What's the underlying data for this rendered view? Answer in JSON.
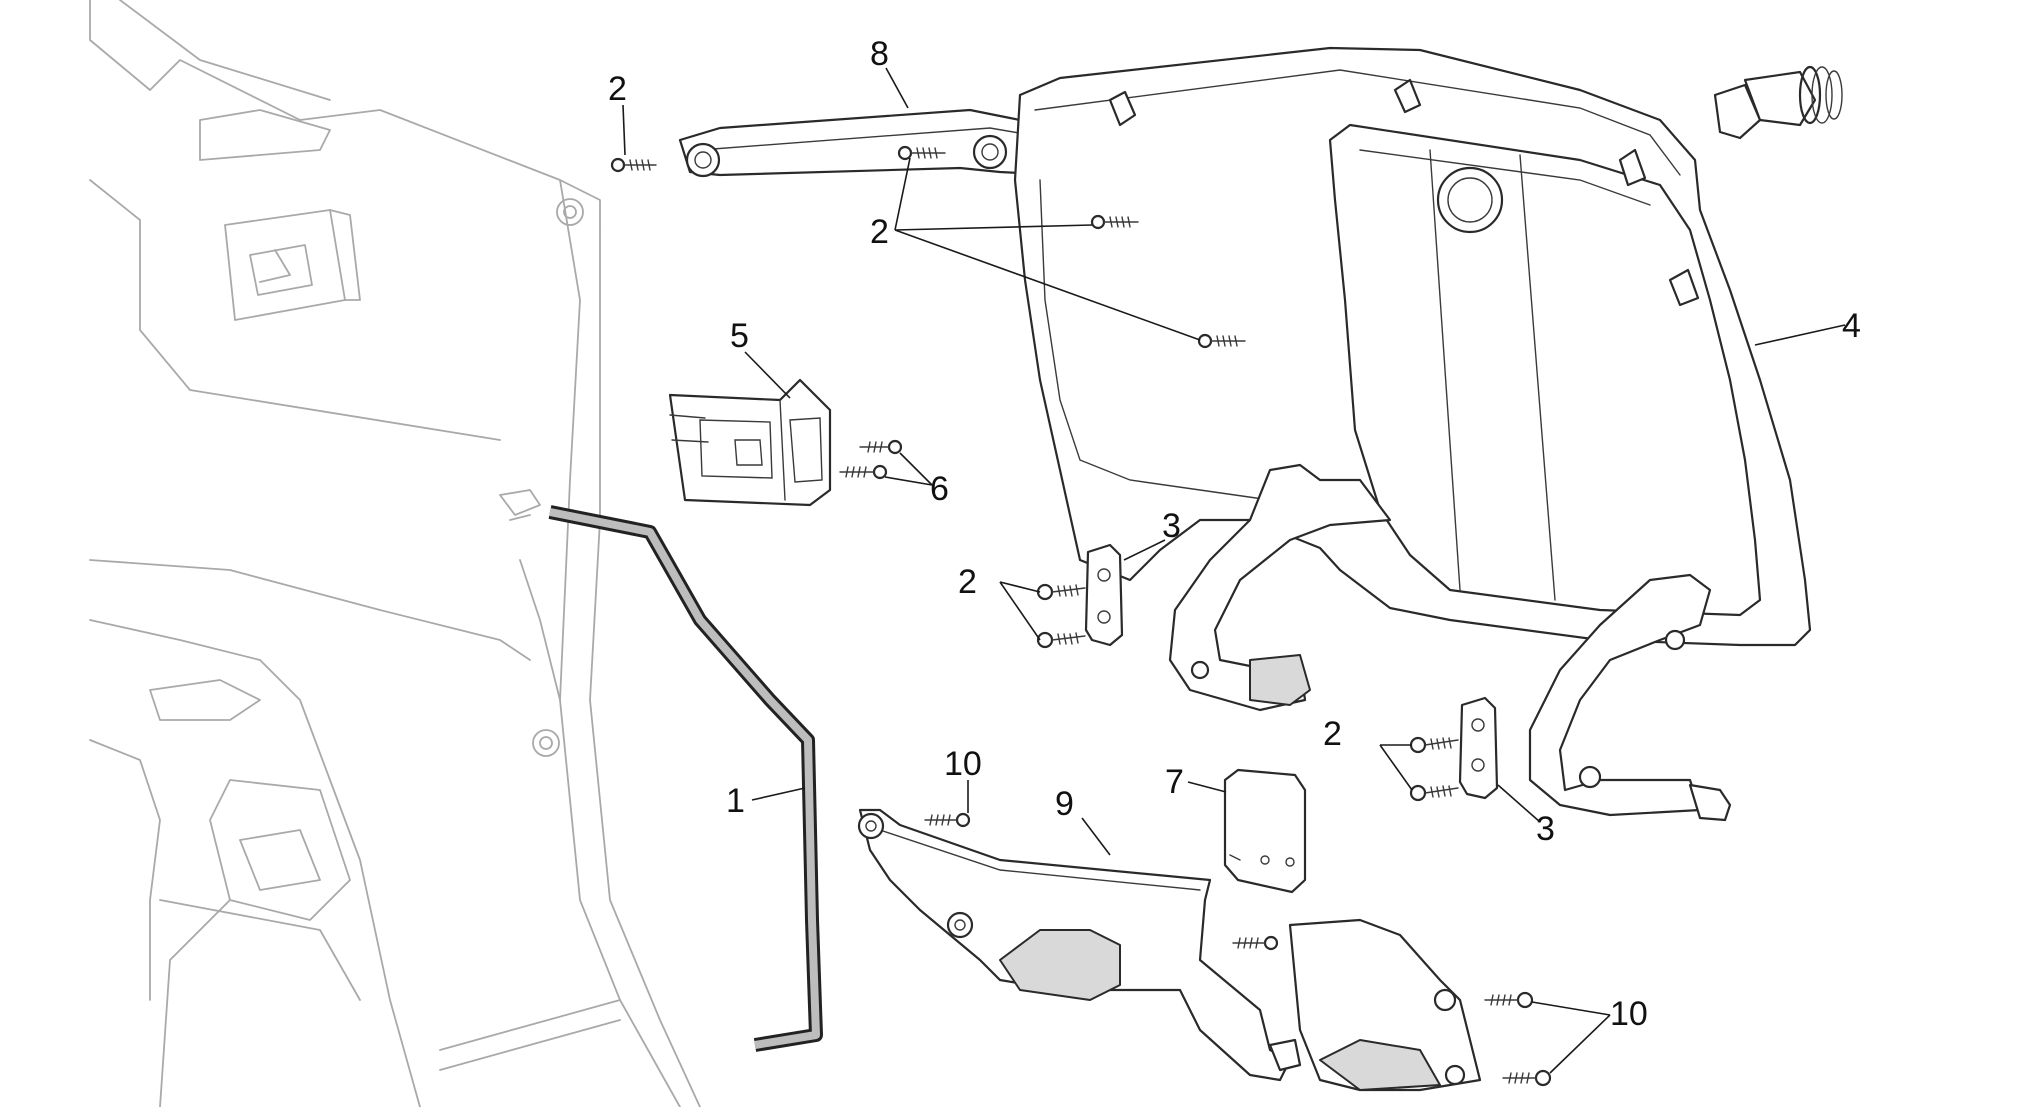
{
  "callouts": {
    "c2_top_left": "2",
    "c8": "8",
    "c2_top_center": "2",
    "c4": "4",
    "c5": "5",
    "c6": "6",
    "c3_upper": "3",
    "c2_mid_left": "2",
    "c1": "1",
    "c10_top": "10",
    "c9": "9",
    "c7": "7",
    "c2_mid_right": "2",
    "c3_lower": "3",
    "c10_bottom_right": "10"
  },
  "icons": [
    "screw-icon",
    "bulb-socket-icon",
    "bracket-plate-icon",
    "seal-strip-icon"
  ]
}
